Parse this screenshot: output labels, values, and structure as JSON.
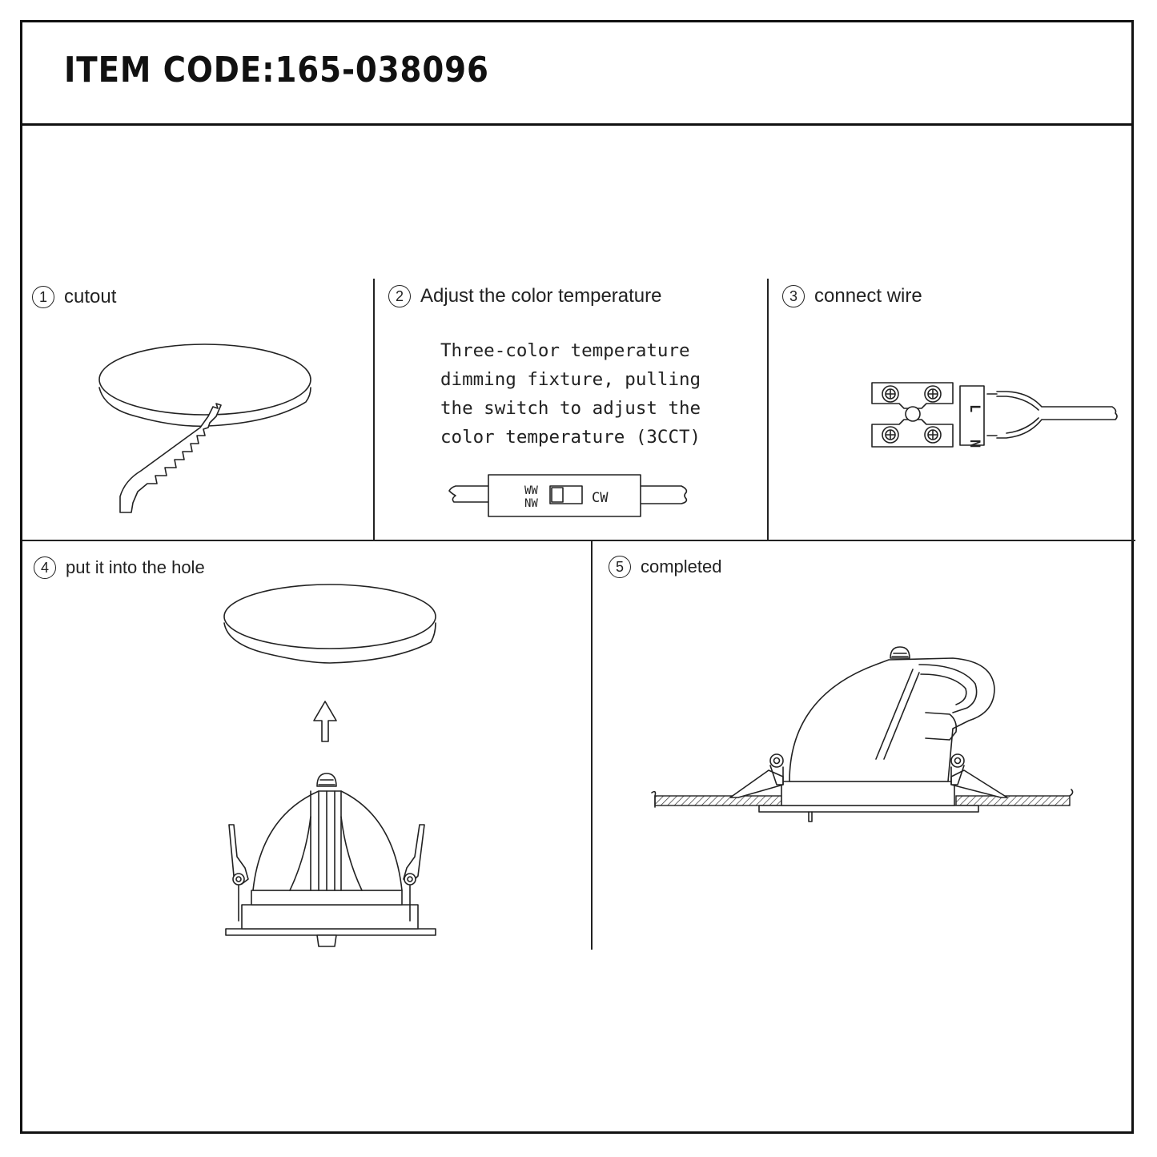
{
  "header": {
    "item_code": "ITEM CODE:165-038096"
  },
  "steps": [
    {
      "number": "1",
      "label": "cutout"
    },
    {
      "number": "2",
      "label": "Adjust the color temperature"
    },
    {
      "number": "3",
      "label": "connect wire"
    },
    {
      "number": "4",
      "label": "put it into the hole"
    },
    {
      "number": "5",
      "label": "completed"
    }
  ],
  "step2": {
    "description_lines": [
      "Three-color temperature",
      "dimming fixture, pulling",
      "the switch to adjust the",
      "color temperature (3CCT)"
    ],
    "switch_label_left_top": "WW",
    "switch_label_left_bottom": "NW",
    "switch_label_right": "CW"
  },
  "step3": {
    "terminal_label_top": "L",
    "terminal_label_bottom": "N"
  }
}
